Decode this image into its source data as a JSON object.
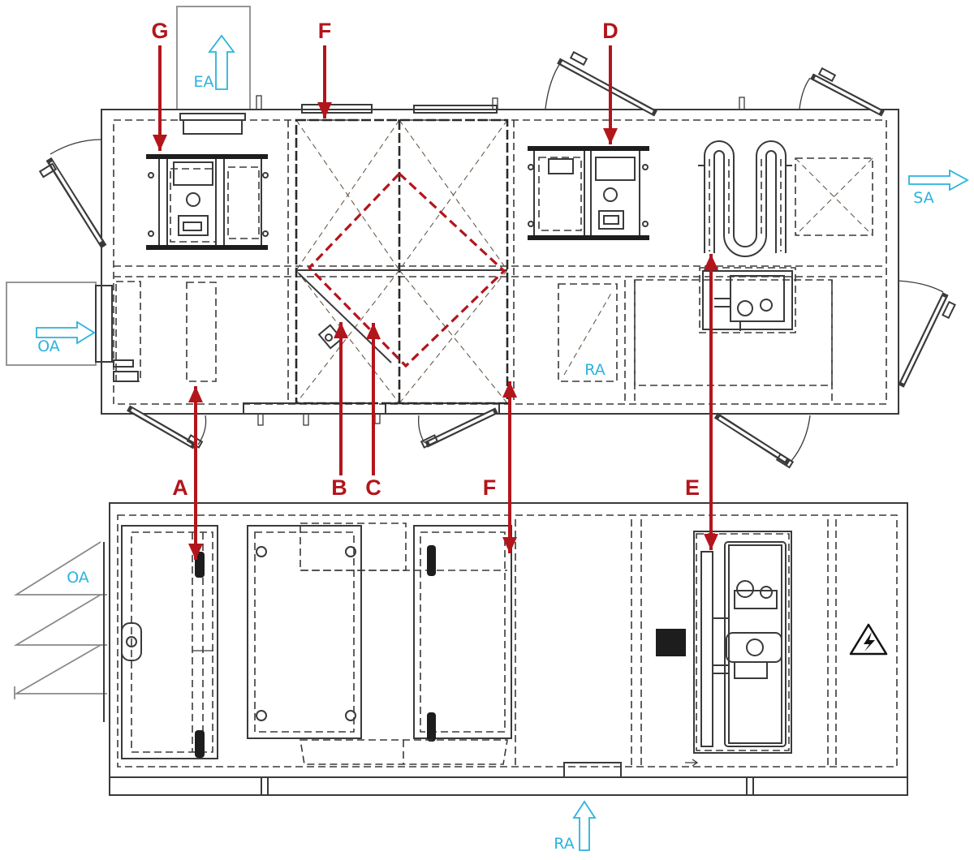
{
  "colors": {
    "callout": "#b3151c",
    "airflow": "#2bb3de",
    "linework": "#3a3a3a",
    "background": "#ffffff"
  },
  "plan_view": {
    "callouts": [
      "G",
      "F",
      "D"
    ],
    "airflow": {
      "exhaust": "EA",
      "supply": "SA",
      "outdoor": "OA",
      "return": "RA"
    }
  },
  "link_callouts": [
    "A",
    "B",
    "C",
    "F",
    "E"
  ],
  "elevation_view": {
    "airflow": {
      "outdoor": "OA",
      "return": "RA"
    }
  },
  "icons": {
    "hazard": "electrical-hazard-icon"
  }
}
